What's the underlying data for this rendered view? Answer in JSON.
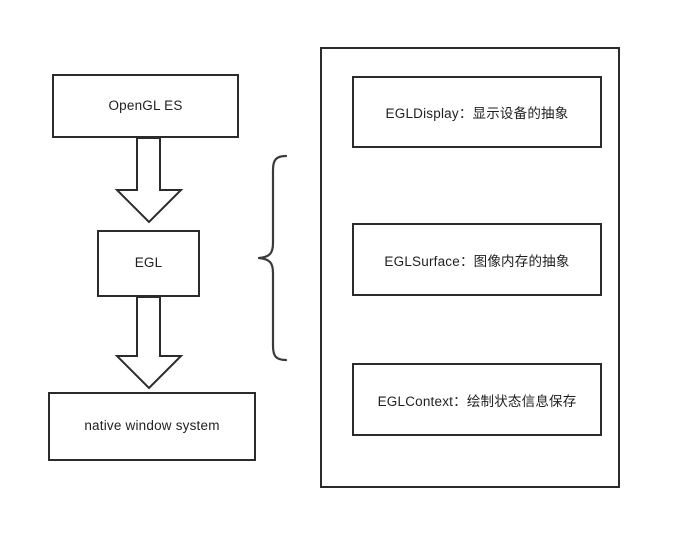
{
  "diagram": {
    "title": "EGL architecture diagram",
    "background_color": "#ffffff",
    "stroke_color": "#2b2b2b",
    "text_color": "#1f1f1f",
    "stack": {
      "nodes": [
        {
          "id": "opengl-es",
          "label": "OpenGL ES"
        },
        {
          "id": "egl",
          "label": "EGL"
        },
        {
          "id": "native-window-system",
          "label": "native window system"
        }
      ],
      "arrows": [
        {
          "id": "arrow-opengl-to-egl",
          "from": "opengl-es",
          "to": "egl",
          "style": "hollow-block-arrow",
          "direction": "down"
        },
        {
          "id": "arrow-egl-to-native",
          "from": "egl",
          "to": "native-window-system",
          "style": "hollow-block-arrow",
          "direction": "down"
        }
      ],
      "brace": {
        "id": "egl-scope-brace",
        "orientation": "left-pointing",
        "spans": "opengl-es-to-native-window-system"
      }
    },
    "panel": {
      "id": "egl-components-panel",
      "items": [
        {
          "id": "egl-display",
          "label": "EGLDisplay：显示设备的抽象"
        },
        {
          "id": "egl-surface",
          "label": "EGLSurface：图像内存的抽象"
        },
        {
          "id": "egl-context",
          "label": "EGLContext：绘制状态信息保存"
        }
      ]
    }
  }
}
